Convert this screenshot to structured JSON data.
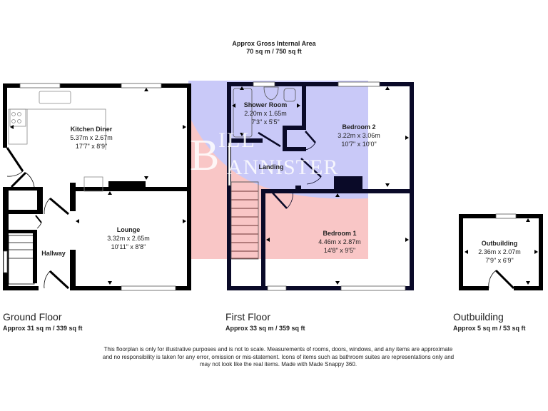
{
  "header": {
    "title": "Approx Gross Internal Area",
    "total_area": "70 sq m / 750 sq ft"
  },
  "watermark": {
    "line1": "BILL",
    "line2": "BANNISTER",
    "colors": {
      "blue": "#c8c8f8",
      "red": "#f8c4c4"
    }
  },
  "floors": [
    {
      "name": "Ground Floor",
      "area": "Approx 31 sq m / 339 sq ft",
      "rooms": [
        {
          "name": "Kitchen Diner",
          "metric": "5.37m x 2.67m",
          "imperial": "17'7\" x 8'9\""
        },
        {
          "name": "Lounge",
          "metric": "3.32m x 2.65m",
          "imperial": "10'11\" x 8'8\""
        },
        {
          "name": "Hallway"
        }
      ]
    },
    {
      "name": "First Floor",
      "area": "Approx 33 sq m / 359 sq ft",
      "rooms": [
        {
          "name": "Shower Room",
          "metric": "2.20m x 1.65m",
          "imperial": "7'3\" x 5'5\""
        },
        {
          "name": "Bedroom 2",
          "metric": "3.22m x 3.06m",
          "imperial": "10'7\" x 10'0\""
        },
        {
          "name": "Landing"
        },
        {
          "name": "Bedroom 1",
          "metric": "4.46m x 2.87m",
          "imperial": "14'8\" x 9'5\""
        }
      ]
    },
    {
      "name": "Outbuilding",
      "area": "Approx 5 sq m / 53 sq ft",
      "rooms": [
        {
          "name": "Outbuilding",
          "metric": "2.36m x 2.07m",
          "imperial": "7'9\" x 6'9\""
        }
      ]
    }
  ],
  "disclaimer": {
    "line1": "This floorplan is only for illustrative purposes and is not to scale. Measurements of rooms, doors, windows, and any items are approximate",
    "line2": "and no responsibility is taken for any error, omission or mis-statement. Icons of items such as bathroom suites are representations only and",
    "line3": "may not look like the real items. Made with Made Snappy 360."
  }
}
